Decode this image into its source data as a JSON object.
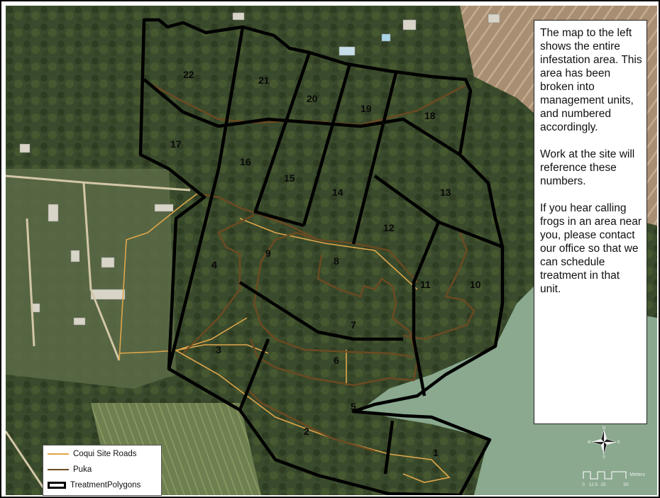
{
  "title": "",
  "map": {
    "type": "aerial imagery with treatment polygons",
    "polygon_color": "#000000",
    "road_color": "#e0a64a",
    "puka_color": "#6b4a22",
    "unit_labels": [
      "1",
      "2",
      "3",
      "4",
      "5",
      "6",
      "7",
      "8",
      "9",
      "10",
      "11",
      "12",
      "13",
      "14",
      "15",
      "16",
      "17",
      "18",
      "19",
      "20",
      "21",
      "22"
    ]
  },
  "info_box": {
    "paragraphs": [
      "The map to the left shows the entire infestation area.  This area has been broken into management units, and numbered accordingly.",
      "Work at the site will reference these numbers.",
      "If you hear calling frogs in an area near you, please contact our office so that we can schedule treatment in that unit."
    ]
  },
  "legend": {
    "items": [
      {
        "label": "Coqui Site Roads",
        "symbol": "orange-line"
      },
      {
        "label": "Puka",
        "symbol": "brown-line"
      },
      {
        "label": "TreatmentPolygons",
        "symbol": "black-rectangle"
      }
    ]
  },
  "compass": {
    "n": "N",
    "s": "S",
    "e": "E",
    "w": "W"
  },
  "scale_bar": {
    "unit": "Meters",
    "ticks": [
      "0",
      "12.5",
      "25",
      "50"
    ]
  }
}
